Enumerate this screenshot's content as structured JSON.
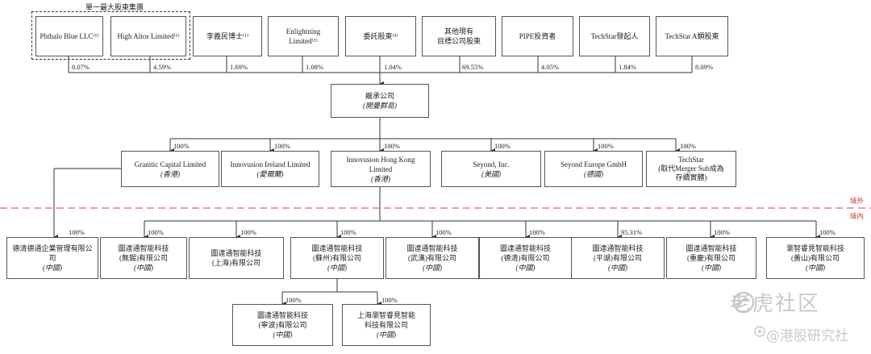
{
  "shareholders": {
    "group_label": "單一最大股東集團",
    "items": [
      {
        "name": "Phthalo Blue LLC⁽¹⁾",
        "pct": "8.07%"
      },
      {
        "name": "High Altos Limited⁽¹⁾",
        "pct": "4.59%"
      },
      {
        "name": "李義民博士⁽¹⁾",
        "pct": "1.69%"
      },
      {
        "name": "Enlightning Limited⁽²⁾",
        "pct": "1.08%"
      },
      {
        "name": "委託股東⁽³⁾",
        "pct": "1.04%"
      },
      {
        "name": "其他現有\n目標公司股東",
        "pct": "69.55%"
      },
      {
        "name": "PIPE投資者",
        "pct": "4.05%"
      },
      {
        "name": "TechStar發起人",
        "pct": "1.84%"
      },
      {
        "name": "TechStar A類股東",
        "pct": "8.09%"
      }
    ]
  },
  "parent": {
    "name": "繼承公司",
    "sub": "(開曼群島)"
  },
  "tier2": {
    "pct": "100%",
    "items": [
      {
        "name": "Granitic Capital Limited",
        "sub": "(香港)"
      },
      {
        "name": "Innovusion Ireland Limited",
        "sub": "(愛爾蘭)"
      },
      {
        "name": "Innovusion Hong Kong Limited",
        "sub": "(香港)"
      },
      {
        "name": "Seyond, Inc.",
        "sub": "(美國)"
      },
      {
        "name": "Seyond Europe GmbH",
        "sub": "(德國)"
      },
      {
        "name": "TechStar\n(取代Merger Sub成為\n存續實體)",
        "sub": ""
      }
    ]
  },
  "border": {
    "outside": "境外",
    "inside": "境內"
  },
  "tier3": {
    "dezhou": {
      "name": "德清德通企業管理有限公司",
      "sub": "(中國)",
      "pct": "100%"
    },
    "items": [
      {
        "name": "圖達通智能科技\n(無錫)有限公司",
        "sub": "(中國)",
        "pct": "100%"
      },
      {
        "name": "圖達通智能科技\n(上海)有限公司",
        "sub": "",
        "pct": "100%"
      },
      {
        "name": "圖達通智能科技\n(蘇州)有限公司",
        "sub": "(中國)",
        "pct": "100%"
      },
      {
        "name": "圖達通智能科技\n(武漢)有限公司",
        "sub": "(中國)",
        "pct": "100%"
      },
      {
        "name": "圖達通智能科技\n(德清)有限公司",
        "sub": "(中國)",
        "pct": "100%"
      },
      {
        "name": "圖達通智能科技\n(平湖)有限公司",
        "sub": "(中國)",
        "pct": "95.31%"
      },
      {
        "name": "圖達通智能科技\n(重慶)有限公司",
        "sub": "(中國)",
        "pct": "100%"
      },
      {
        "name": "瀏智睿見智能科技\n(黃山)有限公司",
        "sub": "(中國)",
        "pct": "100%"
      }
    ]
  },
  "tier4": {
    "items": [
      {
        "name": "圖達通智能科技\n(寧波)有限公司",
        "sub": "(中國)",
        "pct": "100%"
      },
      {
        "name": "上海瀏智睿見智能\n科技有限公司",
        "sub": "(中國)",
        "pct": "100%"
      }
    ]
  },
  "watermark": {
    "line1": "老虎社区",
    "line2": "@港股研究社"
  },
  "colors": {
    "border_line": "#e06666",
    "line": "#333333",
    "watermark": "#c9c9c9"
  }
}
